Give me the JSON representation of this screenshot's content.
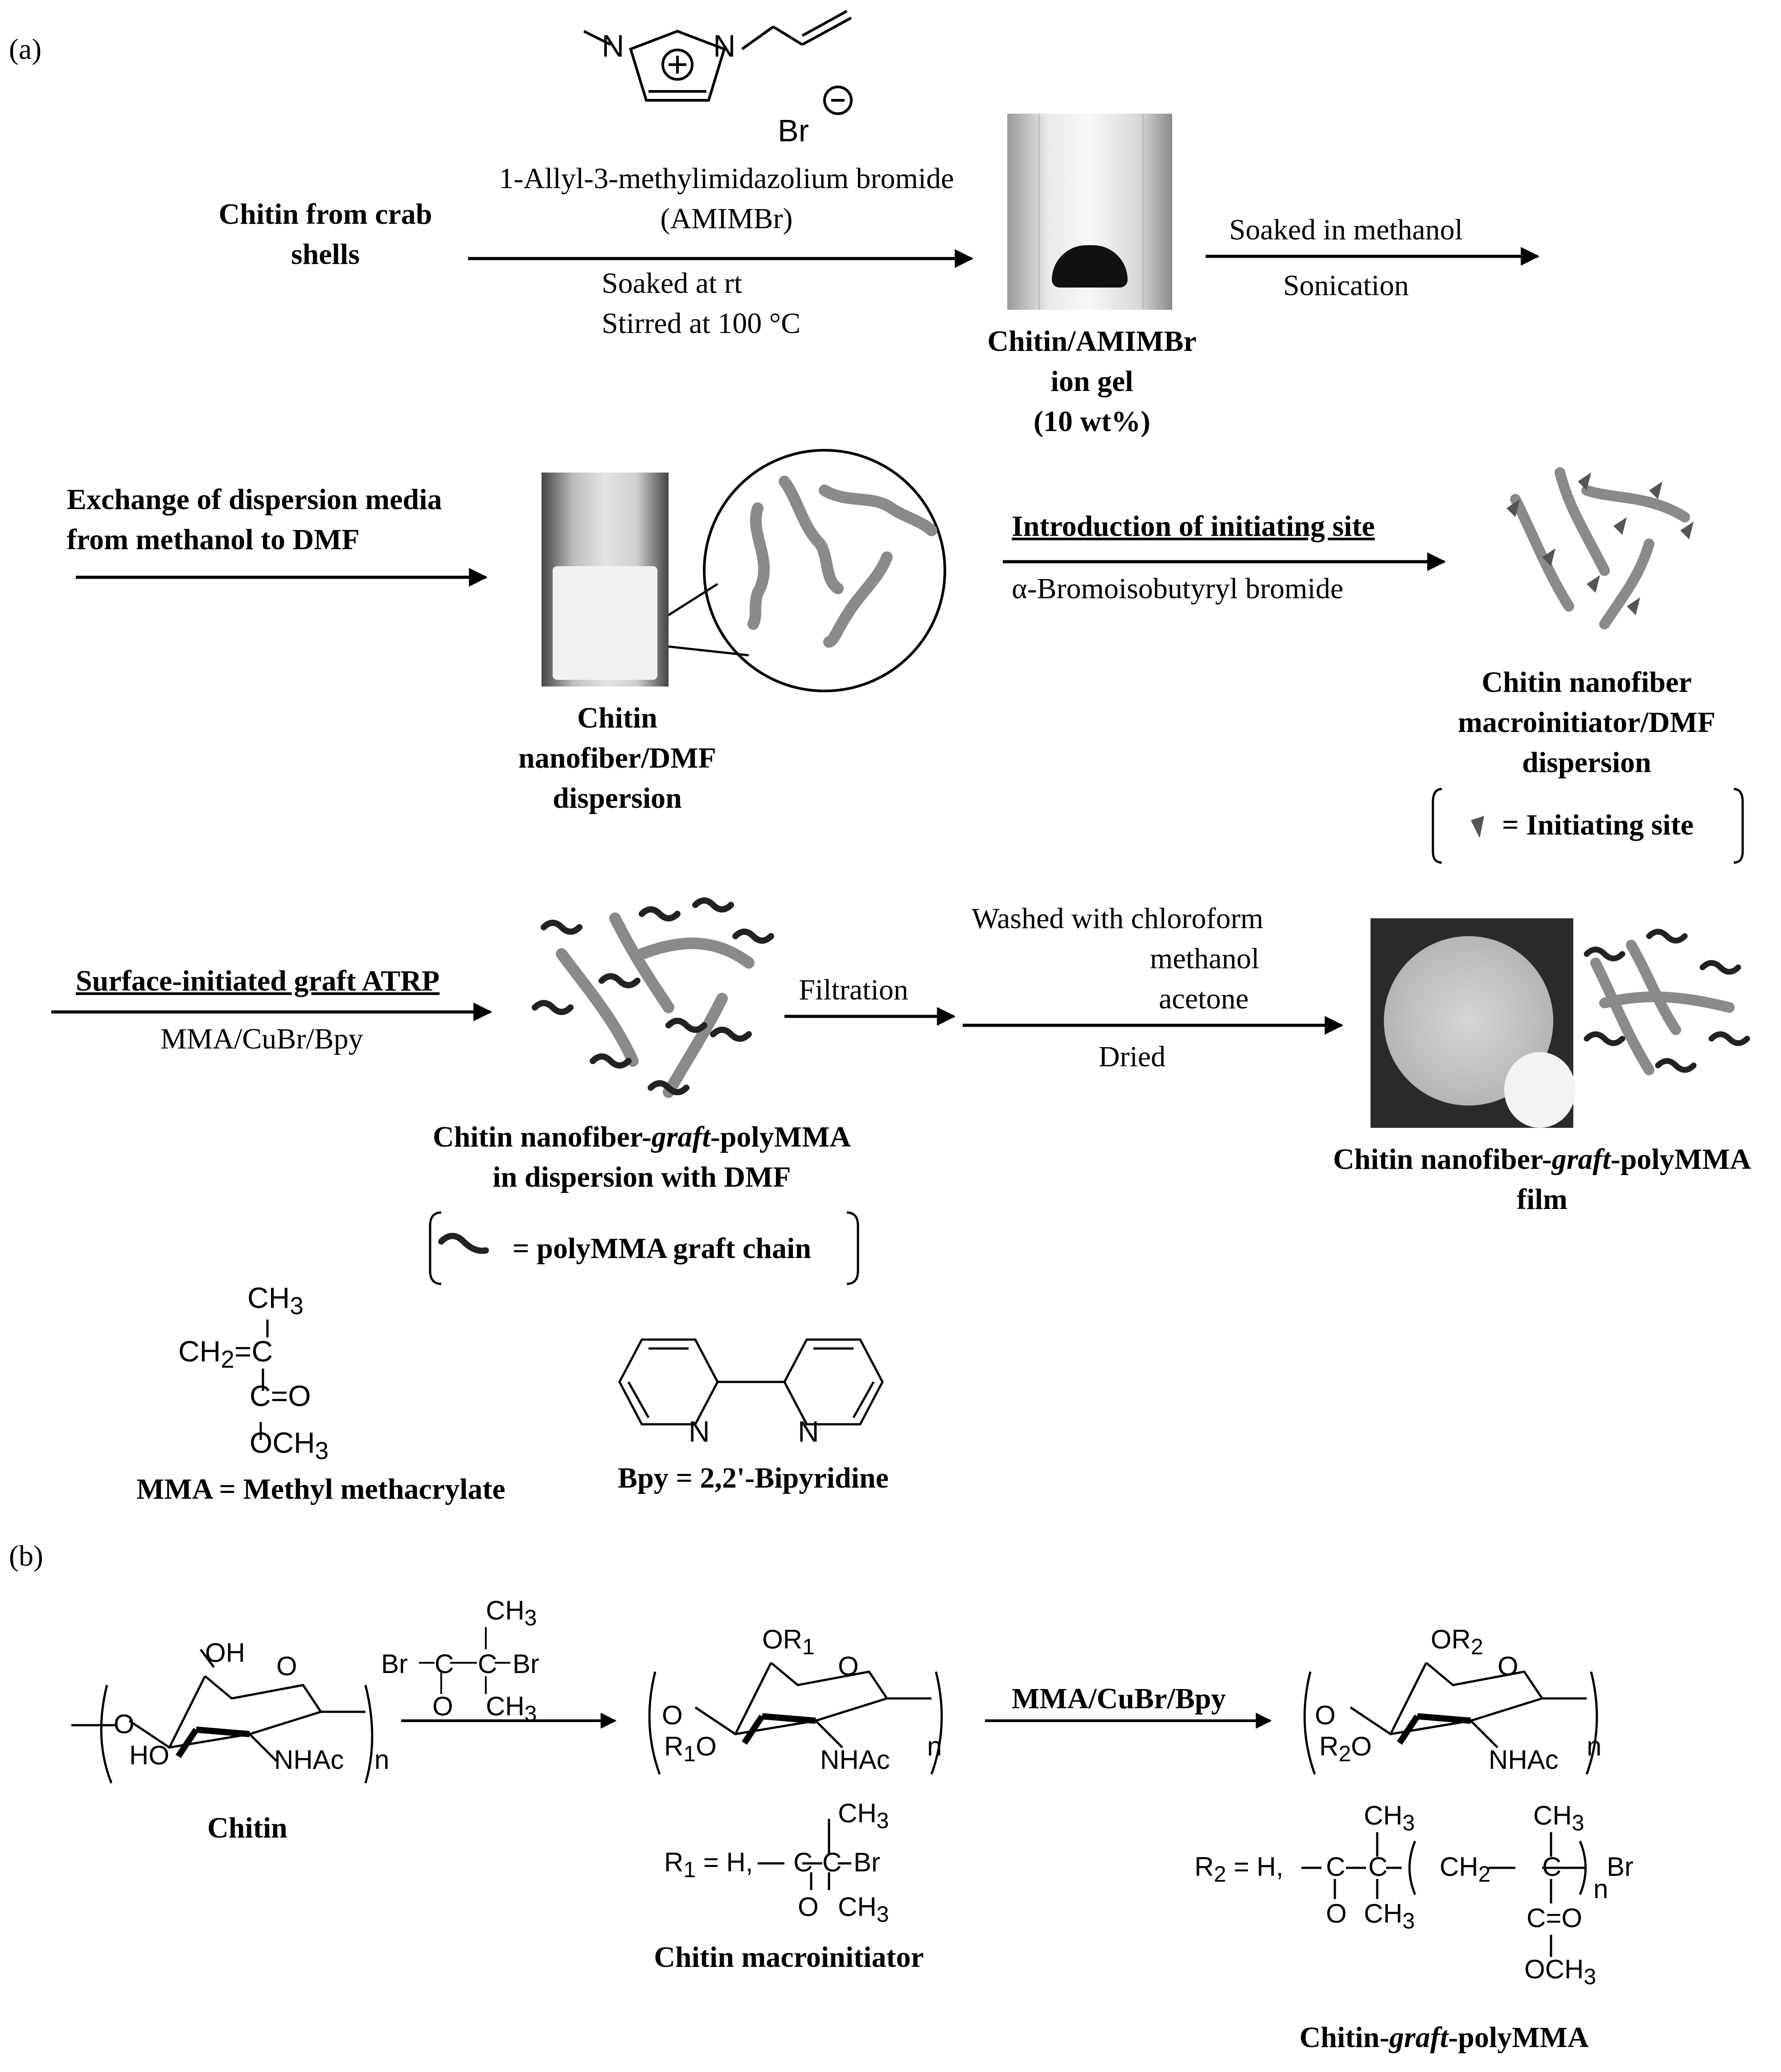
{
  "panel_a": {
    "label": "(a)",
    "amimbr_br": "Br",
    "amimbr_name": "1-Allyl-3-methylimidazolium bromide",
    "amimbr_abbr": "(AMIMBr)",
    "start_line1": "Chitin from crab",
    "start_line2": "shells",
    "step1_line1": "Soaked at rt",
    "step1_line2": "Stirred at 100 °C",
    "gel_line1": "Chitin/AMIMBr",
    "gel_line2": "ion gel",
    "gel_line3": "(10 wt%)",
    "step2_top": "Soaked in methanol",
    "step2_bottom": "Sonication",
    "exchange_line1": "Exchange of dispersion media",
    "exchange_line2": "from methanol to DMF",
    "dmf_line1": "Chitin",
    "dmf_line2": "nanofiber/DMF",
    "dmf_line3": "dispersion",
    "init_title": "Introduction of initiating site",
    "init_reagent": "α-Bromoisobutyryl bromide",
    "macro_line1": "Chitin nanofiber",
    "macro_line2": "macroinitiator/DMF",
    "macro_line3": "dispersion",
    "init_site_legend": "= Initiating site",
    "atrp_title": "Surface-initiated graft ATRP",
    "atrp_reagents": "MMA/CuBr/Bpy",
    "graft_line1_pre": "Chitin nanofiber-",
    "graft_line1_it": "graft",
    "graft_line1_post": "-polyMMA",
    "graft_line2": "in dispersion with DMF",
    "chain_legend": "= polyMMA graft chain",
    "filtration": "Filtration",
    "washed_line1": "Washed with chloroform",
    "washed_line2": "methanol",
    "washed_line3": "acetone",
    "dried": "Dried",
    "film_line1_pre": "Chitin nanofiber-",
    "film_line1_it": "graft",
    "film_line1_post": "-polyMMA",
    "film_line2": "film",
    "mma_ch3": "CH",
    "mma_ch2": "CH",
    "mma_ch2_tail": "=C",
    "mma_co": "C=O",
    "mma_och3": "OCH",
    "mma_caption": "MMA = Methyl methacrylate",
    "bpy_n": "N",
    "bpy_caption": "Bpy = 2,2'-Bipyridine"
  },
  "panel_b": {
    "label": "(b)",
    "chitin_caption": "Chitin",
    "reagent_br_left": "Br",
    "reagent_c": "C",
    "reagent_o": "O",
    "reagent_br_right": "Br",
    "reagent_ch3": "CH",
    "oh": "OH",
    "ho": "HO",
    "nhac": "NHAc",
    "n_label": "n",
    "o_ring": "O",
    "or1": "OR",
    "r1o": "R",
    "macro_caption": "Chitin macroinitiator",
    "r1_def_prefix": "R",
    "r1_def_eq": "= H,",
    "step2_label": "MMA/CuBr/Bpy",
    "or2": "OR",
    "r2o": "R",
    "r2_def_prefix": "R",
    "r2_def_eq": "= H,",
    "ch2": "CH",
    "och3": "OCH",
    "co": "C=O",
    "br_end": "Br",
    "graft_caption_pre": "Chitin-",
    "graft_caption_it": "graft",
    "graft_caption_post": "-polyMMA"
  }
}
